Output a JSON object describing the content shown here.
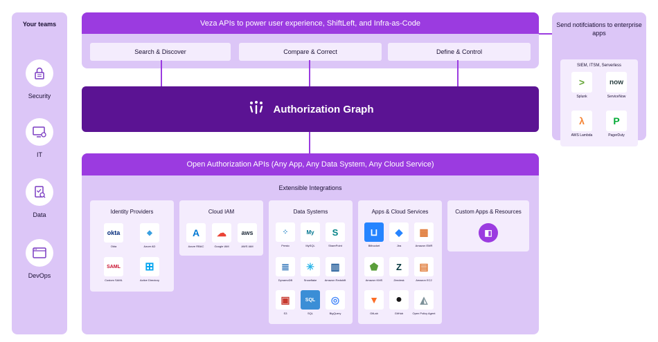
{
  "teams": {
    "title": "Your teams",
    "items": [
      {
        "label": "Security",
        "icon": "lock-icon"
      },
      {
        "label": "IT",
        "icon": "computer-gear-icon"
      },
      {
        "label": "Data",
        "icon": "document-search-icon"
      },
      {
        "label": "DevOps",
        "icon": "browser-window-icon"
      }
    ]
  },
  "top": {
    "title": "Veza APIs to power user experience, ShiftLeft, and Infra-as-Code",
    "pills": [
      "Search & Discover",
      "Compare & Correct",
      "Define & Control"
    ]
  },
  "graph": {
    "title": "Authorization Graph"
  },
  "notifications": {
    "title": "Send notifciations to enterprise apps",
    "subtitle": "SIEM, ITSM, Serverless",
    "apps": [
      {
        "label": "Splunk",
        "glyph": ">"
      },
      {
        "label": "ServiceNow",
        "glyph": "now"
      },
      {
        "label": "AWS Lambda",
        "glyph": "λ"
      },
      {
        "label": "PagerDuty",
        "glyph": "P"
      }
    ]
  },
  "open": {
    "title": "Open Authorization APIs (Any App, Any Data System, Any Cloud Service)",
    "subtitle": "Extensible Integrations",
    "groups": [
      {
        "title": "Identity Providers",
        "items": [
          {
            "label": "Okta",
            "glyph": "okta"
          },
          {
            "label": "Azure AD",
            "glyph": "◆"
          },
          {
            "label": "Custom SAML",
            "glyph": "SAML"
          },
          {
            "label": "Active Directory",
            "glyph": "⊞"
          }
        ]
      },
      {
        "title": "Cloud IAM",
        "items": [
          {
            "label": "Azure RBAC",
            "glyph": "A"
          },
          {
            "label": "Google IAM",
            "glyph": "☁"
          },
          {
            "label": "AWS IAM",
            "glyph": "aws"
          }
        ]
      },
      {
        "title": "Data Systems",
        "items": [
          {
            "label": "Presto",
            "glyph": "⁘"
          },
          {
            "label": "MySQL",
            "glyph": "My"
          },
          {
            "label": "SharePoint",
            "glyph": "S"
          },
          {
            "label": "DynamoDB",
            "glyph": "≣"
          },
          {
            "label": "Snowflake",
            "glyph": "✳"
          },
          {
            "label": "Amazon Redshift",
            "glyph": "▥"
          },
          {
            "label": "S3",
            "glyph": "▣"
          },
          {
            "label": "SQL",
            "glyph": "SQL"
          },
          {
            "label": "BigQuery",
            "glyph": "◎"
          }
        ]
      },
      {
        "title": "Apps & Cloud Services",
        "items": [
          {
            "label": "Bitbucket",
            "glyph": "⊔"
          },
          {
            "label": "Jira",
            "glyph": "◆"
          },
          {
            "label": "Amazon EMR",
            "glyph": "▦"
          },
          {
            "label": "Amazon KMS",
            "glyph": "⬟"
          },
          {
            "label": "Zendesk",
            "glyph": "Z"
          },
          {
            "label": "Amazon EC2",
            "glyph": "▤"
          },
          {
            "label": "GitLab",
            "glyph": "▼"
          },
          {
            "label": "GitHub",
            "glyph": "●"
          },
          {
            "label": "Open Policy Agent",
            "glyph": "◭"
          }
        ]
      },
      {
        "title": "Custom Apps & Resources",
        "items": [
          {
            "label": "",
            "glyph": "◧"
          }
        ]
      }
    ]
  },
  "colors": {
    "panel": "#dcc6f7",
    "accent": "#9b3be0",
    "graph": "#5b1393",
    "tile_bg": "#f4ecfd"
  }
}
